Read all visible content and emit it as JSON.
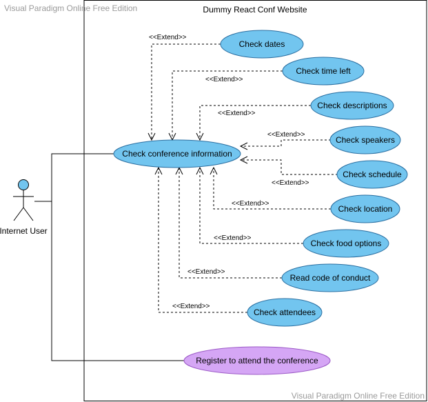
{
  "watermark": "Visual Paradigm Online Free Edition",
  "system": {
    "title": "Dummy React Conf Website"
  },
  "actor": {
    "label": "Internet User"
  },
  "colors": {
    "usecase_fill": "#72c5ef",
    "usecase_stroke": "#2a6ea0",
    "register_fill": "#d5a6f5",
    "register_stroke": "#9b59c6",
    "actor_fill": "#72c5ef"
  },
  "use_cases": {
    "main": "Check conference information",
    "dates": "Check dates",
    "time_left": "Check time left",
    "descriptions": "Check descriptions",
    "speakers": "Check speakers",
    "schedule": "Check schedule",
    "location": "Check location",
    "food": "Check food options",
    "conduct": "Read code of conduct",
    "attendees": "Check attendees",
    "register": "Register to attend the conference"
  },
  "extend_label": "<<Extend>>"
}
